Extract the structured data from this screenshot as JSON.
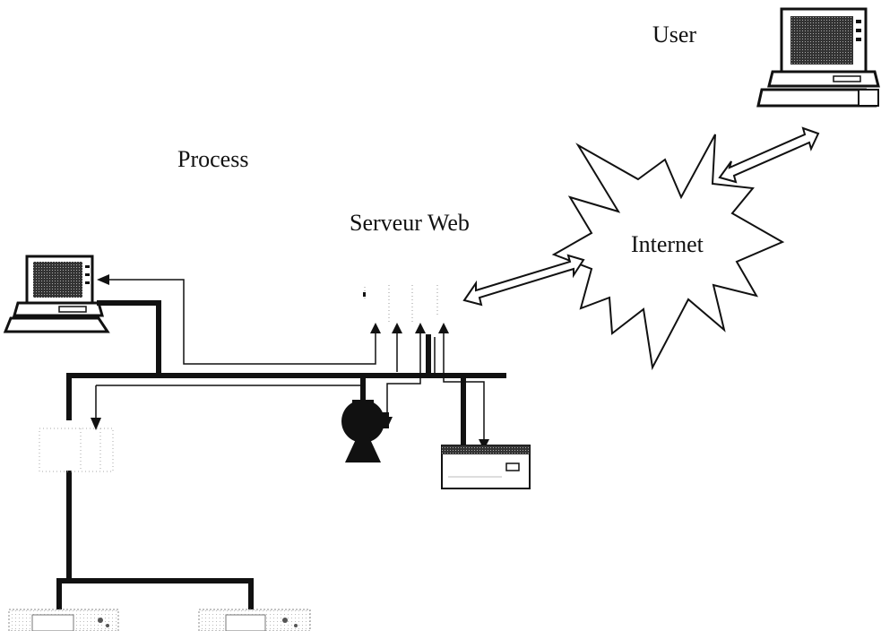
{
  "diagram": {
    "labels": {
      "user": "User",
      "process": "Process",
      "web_server": "Serveur Web",
      "internet": "Internet"
    },
    "icons": {
      "user_computer": "desktop-computer-icon",
      "process_computer": "desktop-computer-icon",
      "pump": "pump-icon",
      "controller": "controller-unit-icon",
      "instrument": "instrument-panel-icon"
    },
    "colors": {
      "ink": "#111111",
      "background": "#ffffff"
    }
  }
}
